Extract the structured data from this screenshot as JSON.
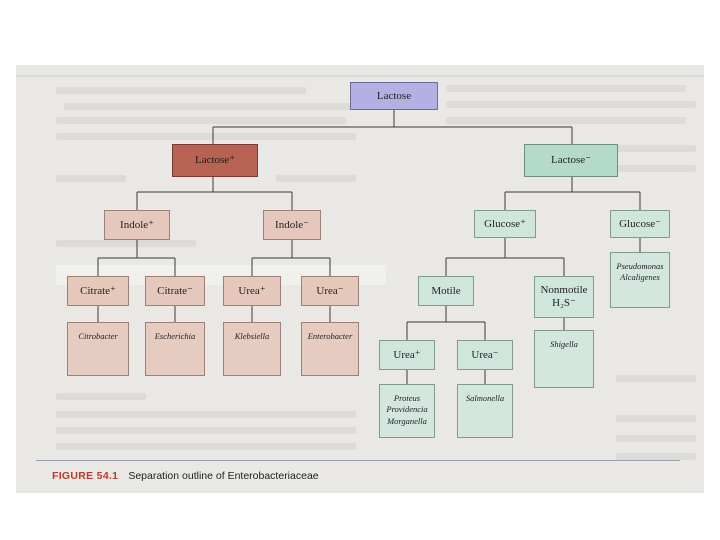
{
  "figure": {
    "label": "FIGURE 54.1",
    "title": "Separation outline of Enterobacteriaceae"
  },
  "nodes": {
    "lactose": "Lactose",
    "lactose_pos": "Lactose⁺",
    "lactose_neg": "Lactose⁻",
    "indole_pos": "Indole⁺",
    "indole_neg": "Indole⁻",
    "citrate_pos": "Citrate⁺",
    "citrate_neg": "Citrate⁻",
    "urea_pos_left": "Urea⁺",
    "urea_neg_left": "Urea⁻",
    "glucose_pos": "Glucose⁺",
    "glucose_neg": "Glucose⁻",
    "motile": "Motile",
    "nonmotile_line1": "Nonmotile",
    "nonmotile_line2": "H₂S⁻",
    "urea_pos_right": "Urea⁺",
    "urea_neg_right": "Urea⁻"
  },
  "organisms": {
    "citrobacter": "Citrobacter",
    "escherichia": "Escherichia",
    "klebsiella": "Klebsiella",
    "enterobacter": "Enterobacter",
    "shigella": "Shigella",
    "pseudomonas": "Pseudomonas",
    "alcaligenes": "Alcaligenes",
    "proteus": "Proteus",
    "providencia": "Providencia",
    "morganella": "Morganella",
    "salmonella": "Salmonella"
  },
  "colors": {
    "root": "#b3b1e3",
    "lactose_positive": "#b76253",
    "lactose_negative": "#b4dbc9",
    "left_branch": "#e5c7bb",
    "right_branch": "#cfe6dc",
    "caption_label": "#c0392b"
  }
}
